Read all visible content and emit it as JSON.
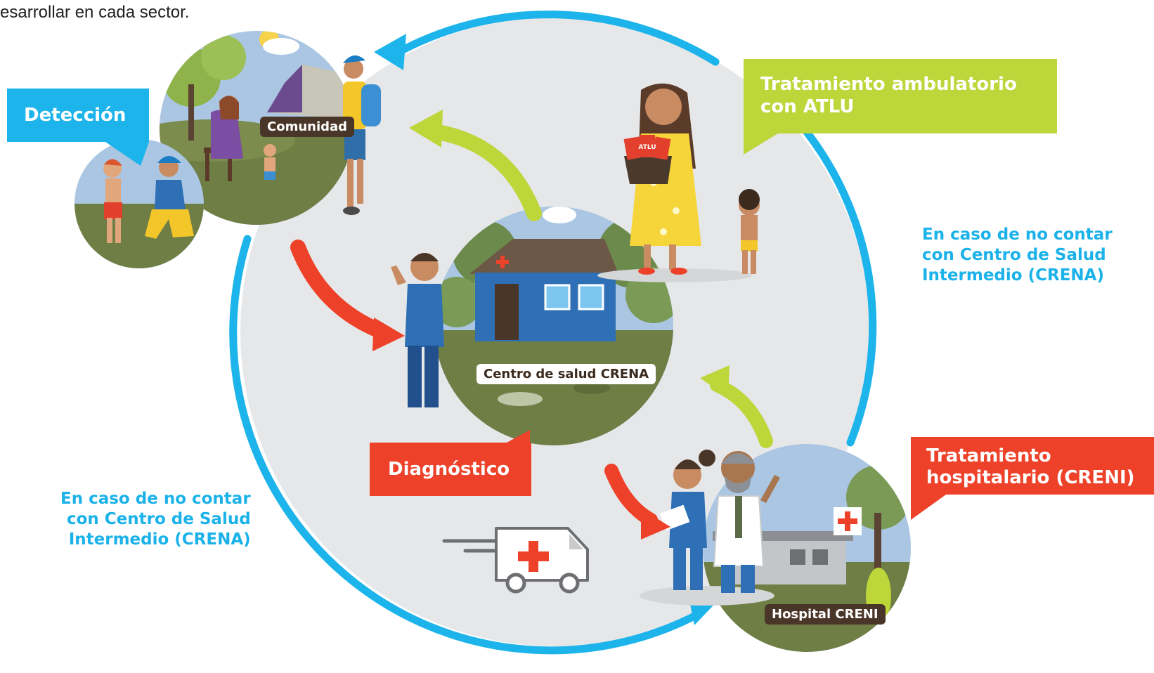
{
  "intro_text": "esarrollar en cada sector.",
  "stages": {
    "deteccion": "Detección",
    "diagnostico": "Diagnóstico",
    "ambulatorio_line1": "Tratamiento ambulatorio",
    "ambulatorio_line2": "con ATLU",
    "hospitalario_line1": "Tratamiento",
    "hospitalario_line2": "hospitalario (CRENI)"
  },
  "places": {
    "comunidad": "Comunidad",
    "crena": "Centro de salud CRENA",
    "creni": "Hospital CRENI"
  },
  "notes": {
    "right": [
      "En caso de no contar",
      "con Centro de Salud",
      "Intermedio (CRENA)"
    ],
    "left": [
      "En caso de no contar",
      "con Centro de Salud",
      "Intermedio (CRENA)"
    ]
  },
  "packet_label": "ATLU",
  "colors": {
    "cycle": "#1cb4ea",
    "refer_arrow": "#ee4129",
    "return_arrow": "#bdd63a",
    "detection": "#1cb4ea",
    "outpatient": "#bdd63a",
    "hospital": "#ee4129",
    "backdrop": "#e6e7e9"
  }
}
